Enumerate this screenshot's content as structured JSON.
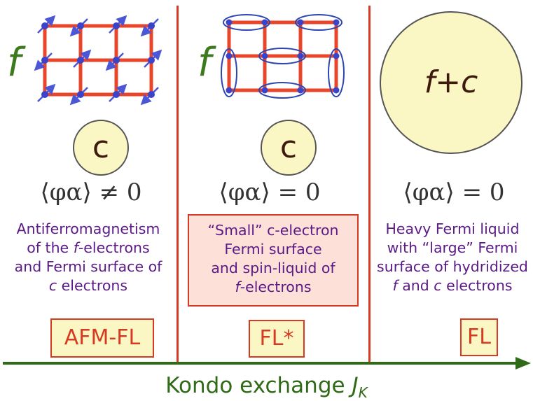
{
  "panels": [
    {
      "f_label": "f",
      "circle_label": "c",
      "order_parameter": "⟨φα⟩ ≠ 0",
      "description_lines": [
        "Antiferromagnetism",
        "of the f-electrons",
        "and Fermi surface of",
        "c electrons"
      ],
      "badge": "AFM-FL"
    },
    {
      "f_label": "f",
      "circle_label": "c",
      "order_parameter": "⟨φα⟩ = 0",
      "description_lines": [
        "“Small” c-electron",
        "Fermi surface",
        "and spin-liquid of",
        "f-electrons"
      ],
      "badge": "FL*"
    },
    {
      "circle_label": "f+c",
      "order_parameter": "⟨φα⟩ = 0",
      "description_lines": [
        "Heavy Fermi liquid",
        "with “large” Fermi",
        "surface of hydridized",
        "f and c electrons"
      ],
      "badge": "FL"
    }
  ],
  "axis": {
    "label": "Kondo exchange J",
    "subscript": "K"
  },
  "colors": {
    "lattice": "#e8452a",
    "site": "#3b43c8",
    "spin": "#4b57d6",
    "divider": "#d63a22",
    "axis": "#2f6b17",
    "text_purple": "#5b1a86",
    "highlight_fill": "#fde0d8"
  }
}
